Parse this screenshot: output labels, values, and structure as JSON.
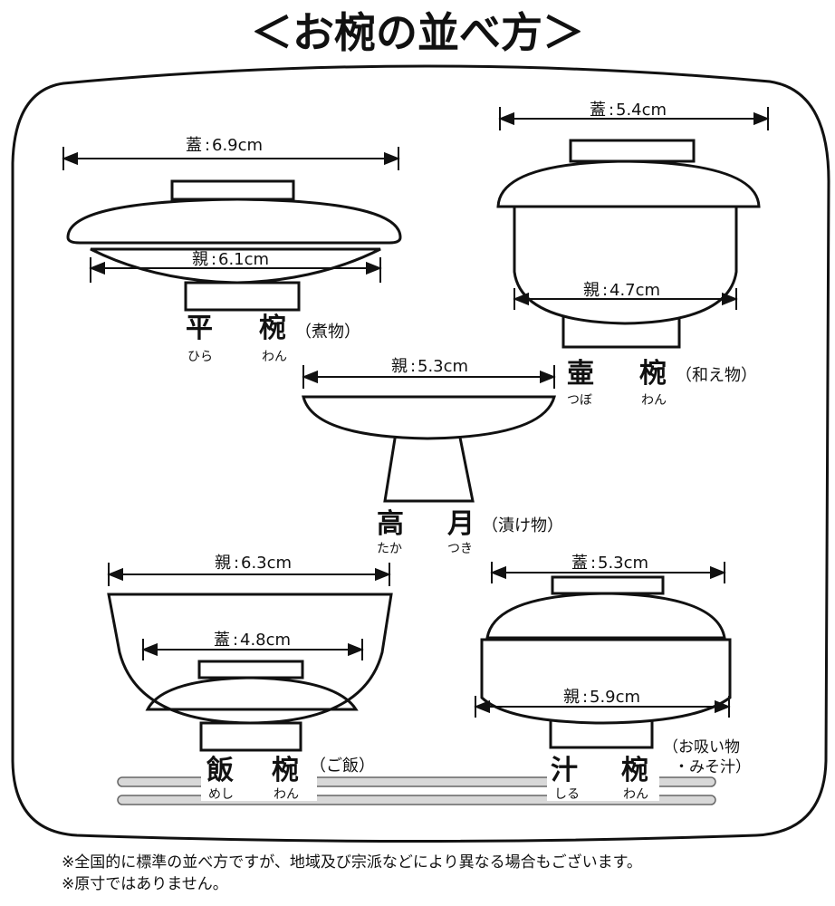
{
  "title": "＜お椀の並べ方＞",
  "bowls": {
    "hira": {
      "lid_label": "蓋",
      "lid_size": "6.9cm",
      "body_label": "親",
      "body_size": "6.1cm",
      "name_kanji_1": "平",
      "name_kanji_2": "椀",
      "reading_1": "ひら",
      "reading_2": "わん",
      "dish": "（煮物）"
    },
    "tsubo": {
      "lid_label": "蓋",
      "lid_size": "5.4cm",
      "body_label": "親",
      "body_size": "4.7cm",
      "name_kanji_1": "壷",
      "name_kanji_2": "椀",
      "reading_1": "つぼ",
      "reading_2": "わん",
      "dish": "（和え物）"
    },
    "takatsuki": {
      "body_label": "親",
      "body_size": "5.3cm",
      "name_kanji_1": "高",
      "name_kanji_2": "月",
      "reading_1": "たか",
      "reading_2": "つき",
      "dish": "（漬け物）"
    },
    "meshi": {
      "lid_label": "蓋",
      "lid_size": "4.8cm",
      "body_label": "親",
      "body_size": "6.3cm",
      "name_kanji_1": "飯",
      "name_kanji_2": "椀",
      "reading_1": "めし",
      "reading_2": "わん",
      "dish": "（ご飯）"
    },
    "shiru": {
      "lid_label": "蓋",
      "lid_size": "5.3cm",
      "body_label": "親",
      "body_size": "5.9cm",
      "name_kanji_1": "汁",
      "name_kanji_2": "椀",
      "reading_1": "しる",
      "reading_2": "わん",
      "dish_line_1": "（お吸い物",
      "dish_line_2": "・みそ汁）"
    }
  },
  "notes": [
    "※全国的に標準の並べ方ですが、地域及び宗派などにより異なる場合もございます。",
    "※原寸ではありません。"
  ]
}
